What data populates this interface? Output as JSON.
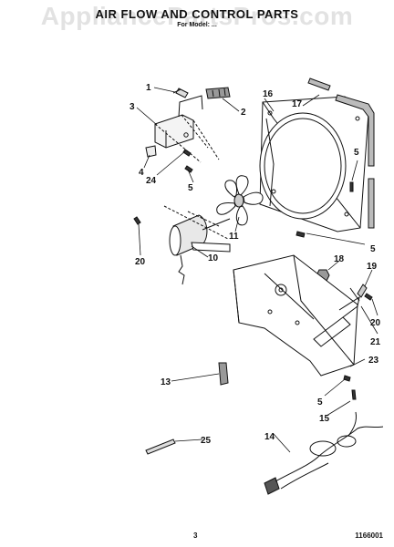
{
  "watermark": "AppliancePartsPros.com",
  "header": {
    "title": "AIR FLOW AND CONTROL PARTS",
    "subtitle": "For Model: ..."
  },
  "footer": {
    "page_number": "3",
    "doc_code": "1166001"
  },
  "callouts": [
    {
      "num": "1"
    },
    {
      "num": "2"
    },
    {
      "num": "3"
    },
    {
      "num": "4"
    },
    {
      "num": "24"
    },
    {
      "num": "5"
    },
    {
      "num": "16"
    },
    {
      "num": "17"
    },
    {
      "num": "5"
    },
    {
      "num": "11"
    },
    {
      "num": "20"
    },
    {
      "num": "10"
    },
    {
      "num": "5"
    },
    {
      "num": "18"
    },
    {
      "num": "19"
    },
    {
      "num": "20"
    },
    {
      "num": "21"
    },
    {
      "num": "13"
    },
    {
      "num": "23"
    },
    {
      "num": "5"
    },
    {
      "num": "15"
    },
    {
      "num": "25"
    },
    {
      "num": "14"
    }
  ],
  "colors": {
    "ink": "#111111",
    "watermark": "#969696"
  }
}
